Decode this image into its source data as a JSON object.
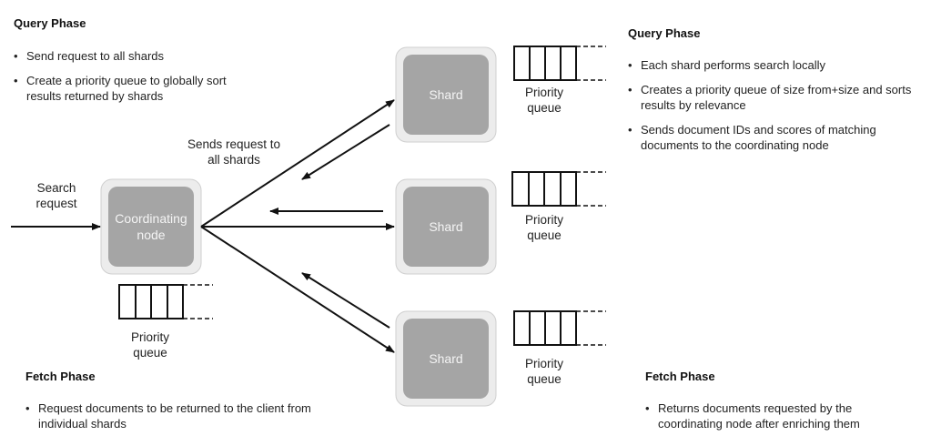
{
  "query_left": {
    "heading": "Query Phase",
    "items": [
      "Send request to all shards",
      "Create a priority queue to globally sort results returned by shards"
    ]
  },
  "query_right": {
    "heading": "Query Phase",
    "items": [
      "Each shard performs search locally",
      "Creates a priority queue of size from+size and sorts results by relevance",
      "Sends document IDs and scores of matching documents to the coordinating node"
    ]
  },
  "fetch_left": {
    "heading": "Fetch Phase",
    "items": [
      "Request documents to be returned to the client from individual shards"
    ]
  },
  "fetch_right": {
    "heading": "Fetch Phase",
    "items": [
      "Returns documents requested by the coordinating node after enriching them"
    ]
  },
  "diagram": {
    "search_request": "Search request",
    "sends_request": "Sends request to all shards",
    "coordinating_node": [
      "Coordinating",
      "node"
    ],
    "shard_label": "Shard",
    "priority_queue": "Priority queue"
  }
}
